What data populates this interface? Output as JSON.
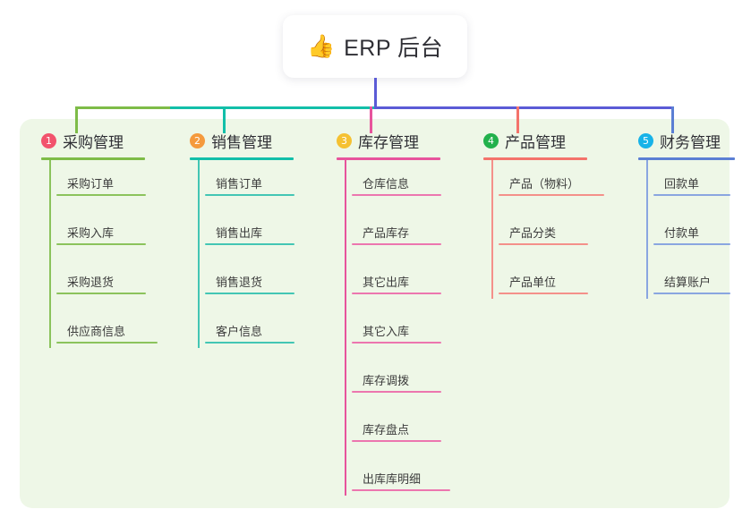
{
  "root": {
    "icon": "thumbs-up-icon",
    "emoji": "👍",
    "title": "ERP 后台"
  },
  "theme": {
    "page_background": "#ffffff",
    "panel_background": "#eef7e7",
    "root_card_background": "#ffffff",
    "root_stem": "#5b5bd6",
    "bar_green": "#7ebc48",
    "bar_teal": "#12bfa9",
    "bar_indigo": "#5b5bd6"
  },
  "branches": [
    {
      "number": "1",
      "title": "采购管理",
      "badge_color": "#f2536d",
      "line_color": "#7ebc48",
      "leaves": [
        "采购订单",
        "采购入库",
        "采购退货",
        "供应商信息"
      ]
    },
    {
      "number": "2",
      "title": "销售管理",
      "badge_color": "#f59a3d",
      "line_color": "#12bfa9",
      "leaves": [
        "销售订单",
        "销售出库",
        "销售退货",
        "客户信息"
      ]
    },
    {
      "number": "3",
      "title": "库存管理",
      "badge_color": "#f5c132",
      "line_color": "#e7549c",
      "leaves": [
        "仓库信息",
        "产品库存",
        "其它出库",
        "其它入库",
        "库存调拨",
        "库存盘点",
        "出库库明细"
      ]
    },
    {
      "number": "4",
      "title": "产品管理",
      "badge_color": "#22b14c",
      "line_color": "#f4736b",
      "leaves": [
        "产品（物料）",
        "产品分类",
        "产品单位"
      ]
    },
    {
      "number": "5",
      "title": "财务管理",
      "badge_color": "#18b3e8",
      "line_color": "#5b7fd4",
      "leaves": [
        "回款单",
        "付款单",
        "结算账户"
      ]
    }
  ]
}
